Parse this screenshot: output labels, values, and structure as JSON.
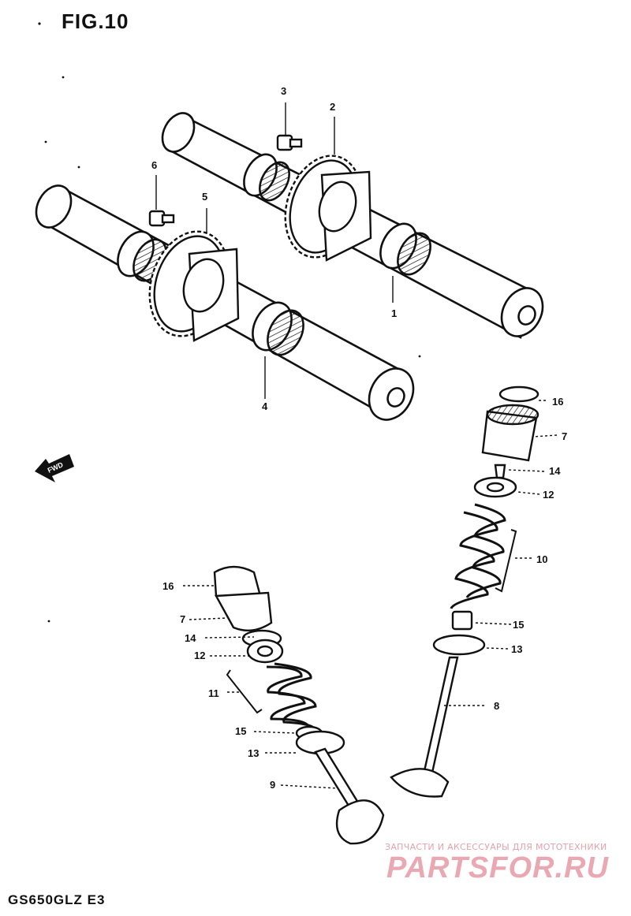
{
  "figure": {
    "title": "FIG.10",
    "model_code": "GS650GLZ  E3",
    "fwd_arrow_label": "FWD"
  },
  "callouts": {
    "c1": "1",
    "c2": "2",
    "c3": "3",
    "c4": "4",
    "c5": "5",
    "c6": "6",
    "c7a": "7",
    "c7b": "7",
    "c8": "8",
    "c9": "9",
    "c10": "10",
    "c11": "11",
    "c12a": "12",
    "c12b": "12",
    "c13a": "13",
    "c13b": "13",
    "c14a": "14",
    "c14b": "14",
    "c15a": "15",
    "c15b": "15",
    "c16a": "16",
    "c16b": "16"
  },
  "watermark": {
    "tagline": "ЗАПЧАСТИ И АКСЕССУАРЫ ДЛЯ МОТОТЕХНИКИ",
    "logo": "PARTSFOR.RU"
  },
  "colors": {
    "ink": "#111111",
    "watermark": "#e79aa6"
  }
}
